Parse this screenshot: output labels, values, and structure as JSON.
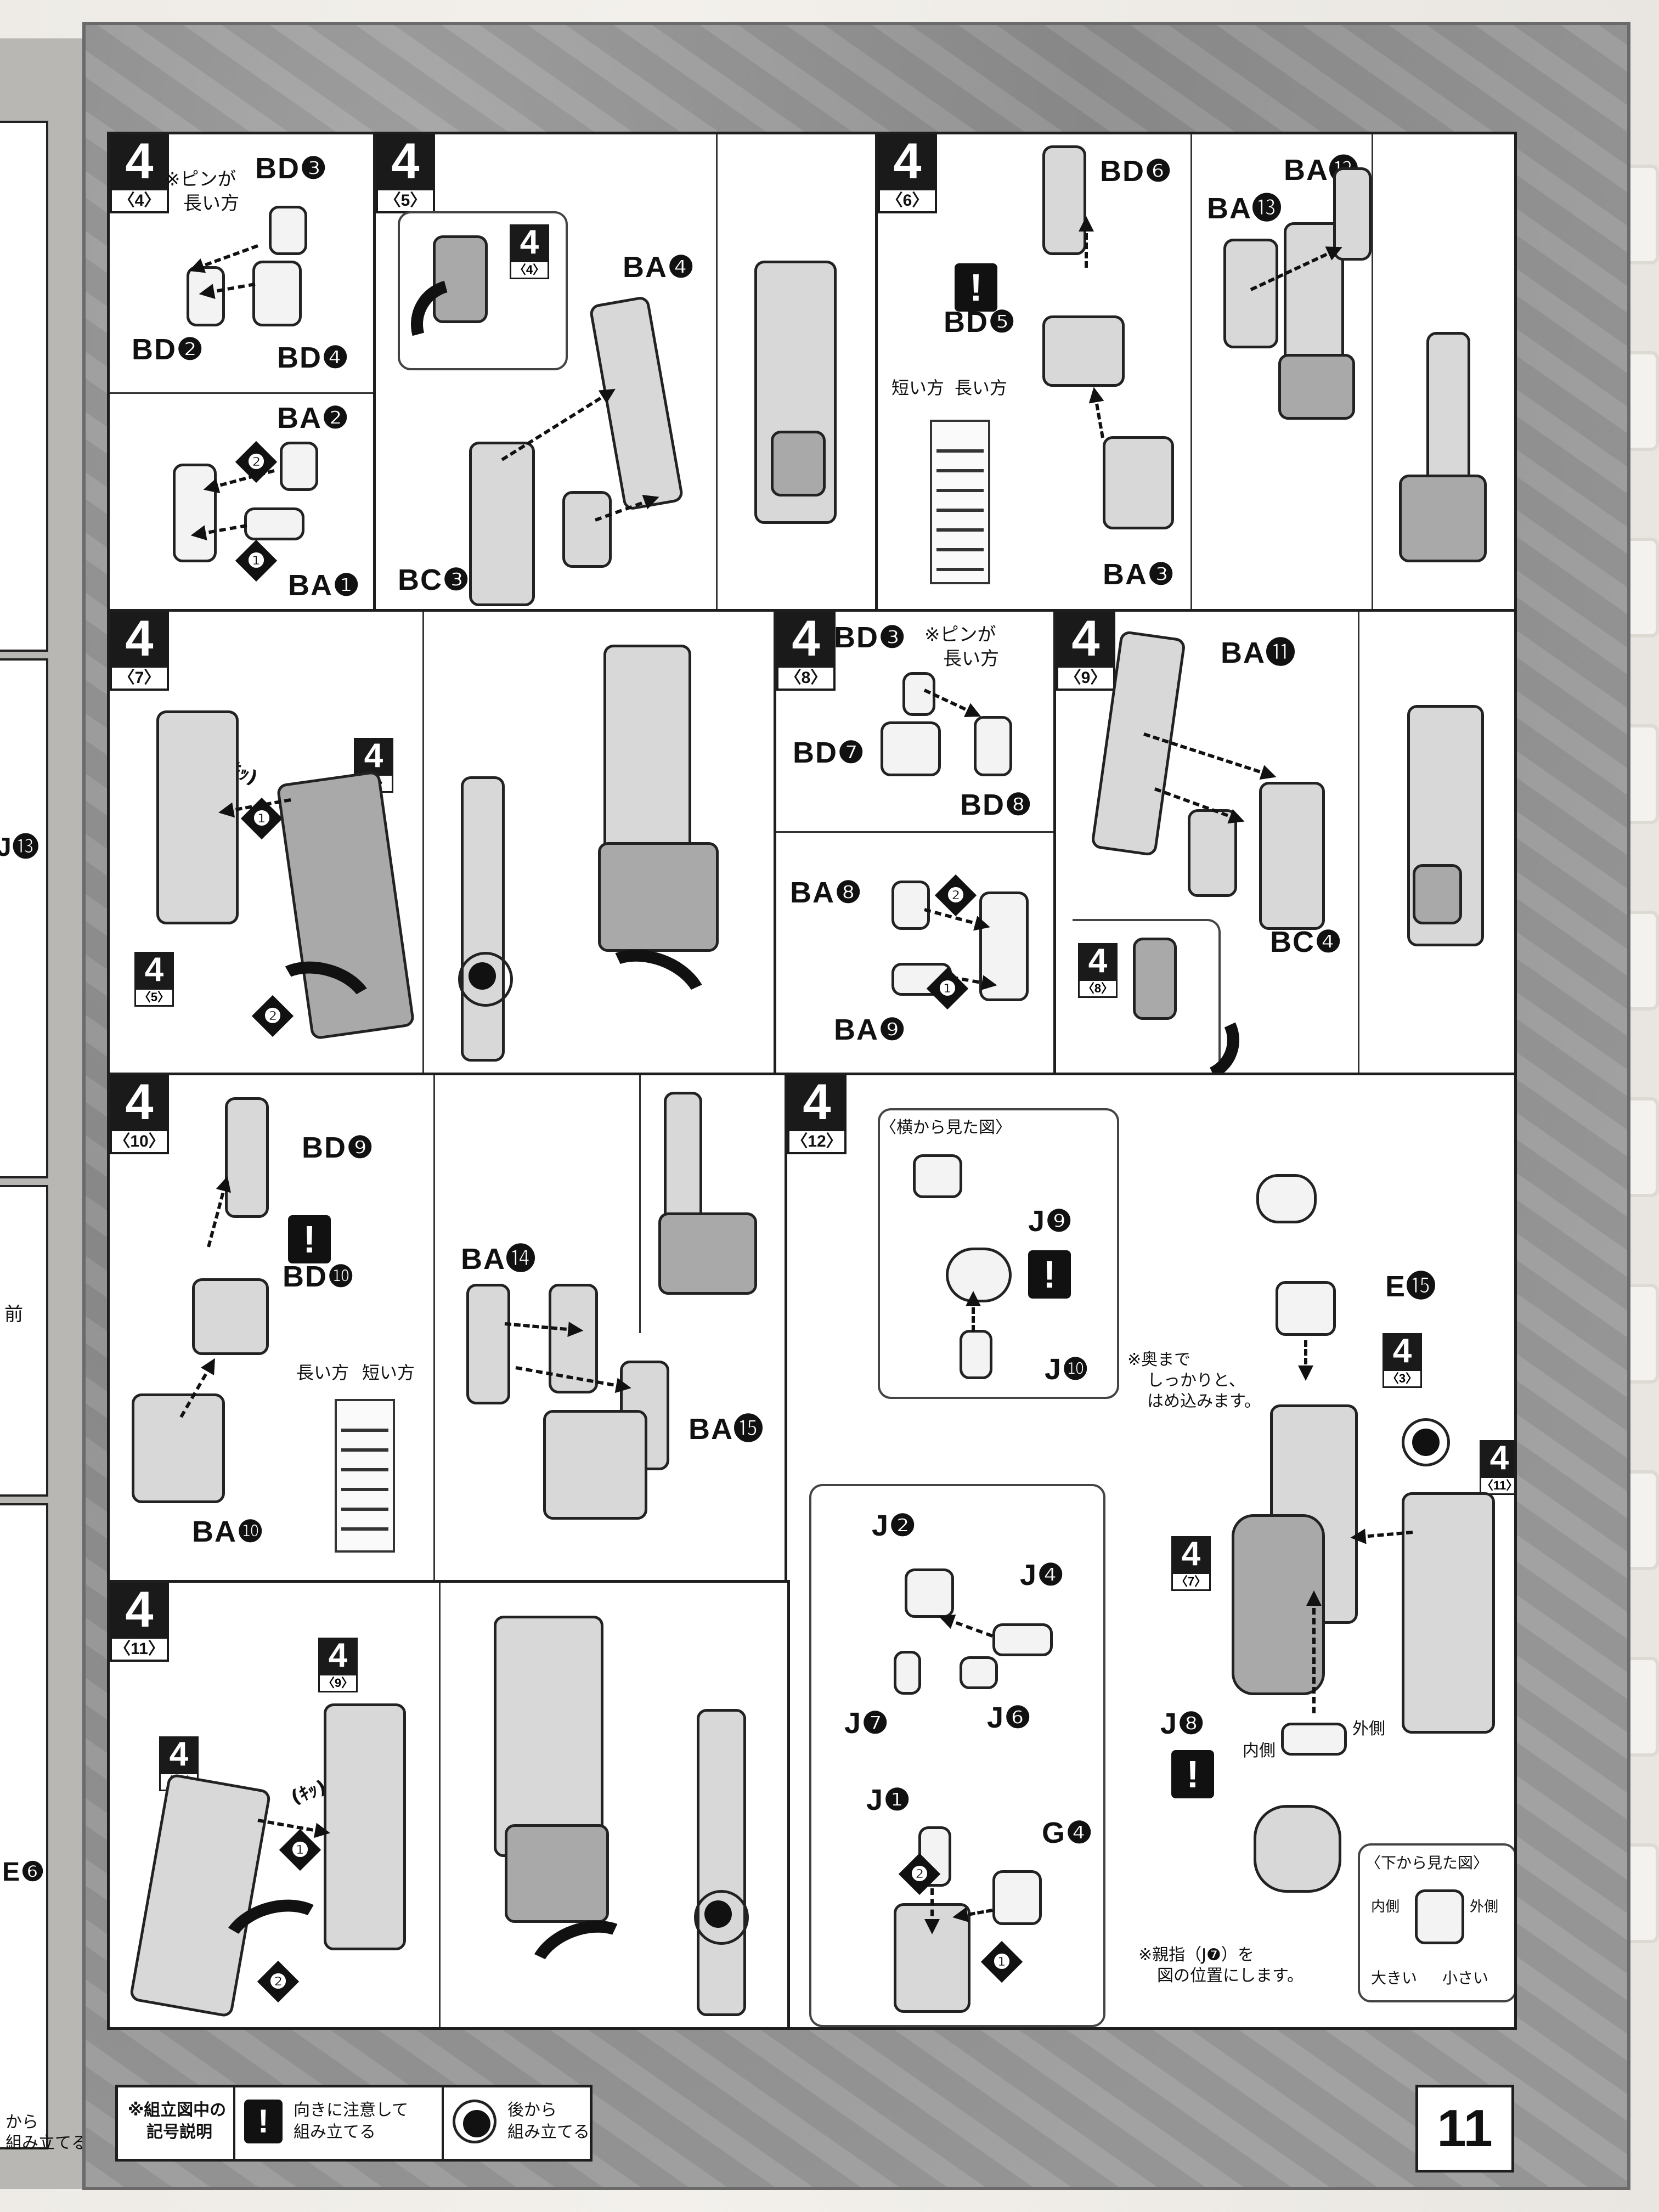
{
  "page_number": "11",
  "panels": [
    {
      "id": "p4-4",
      "step": "4",
      "sub": "〈4〉",
      "note": [
        "※ピンが",
        "長い方"
      ],
      "labels": [
        "BD❸",
        "BD❷",
        "BD❹",
        "BA❷",
        "BA❶"
      ],
      "seq": [
        "❷",
        "❶"
      ]
    },
    {
      "id": "p4-5",
      "step": "4",
      "sub": "〈5〉",
      "ref": {
        "num": "4",
        "sub": "〈4〉"
      },
      "labels": [
        "BA❹",
        "BC❸"
      ]
    },
    {
      "id": "p4-6",
      "step": "4",
      "sub": "〈6〉",
      "caution": "!",
      "labels": [
        "BD❻",
        "BD❺",
        "BA❸",
        "BA⓬",
        "BA⓭"
      ],
      "ruler_labels": [
        "短い方",
        "長い方"
      ]
    },
    {
      "id": "p4-7",
      "step": "4",
      "sub": "〈7〉",
      "ref_top": {
        "num": "4",
        "sub": "〈6〉"
      },
      "ref_bottom": {
        "num": "4",
        "sub": "〈5〉"
      },
      "sound": "(ｷｯ)",
      "seq": [
        "❶",
        "❷"
      ]
    },
    {
      "id": "p4-8",
      "step": "4",
      "sub": "〈8〉",
      "note": [
        "※ピンが",
        "長い方"
      ],
      "labels": [
        "BD❸",
        "BD❼",
        "BD❽",
        "BA❽",
        "BA❾"
      ],
      "seq": [
        "❷",
        "❶"
      ]
    },
    {
      "id": "p4-9",
      "step": "4",
      "sub": "〈9〉",
      "ref": {
        "num": "4",
        "sub": "〈8〉"
      },
      "labels": [
        "BA⓫",
        "BC❹"
      ]
    },
    {
      "id": "p4-10",
      "step": "4",
      "sub": "〈10〉",
      "caution": "!",
      "labels": [
        "BD❾",
        "BD❿",
        "BA❿",
        "BA⓮",
        "BA⓯"
      ],
      "ruler_labels": [
        "長い方",
        "短い方"
      ]
    },
    {
      "id": "p4-11",
      "step": "4",
      "sub": "〈11〉",
      "ref_left": {
        "num": "4",
        "sub": "〈10〉"
      },
      "ref_top": {
        "num": "4",
        "sub": "〈9〉"
      },
      "sound": "(ｷｯ)",
      "seq": [
        "❶",
        "❷"
      ]
    },
    {
      "id": "p4-12",
      "step": "4",
      "sub": "〈12〉",
      "side_view": "〈横から見た図〉",
      "bottom_view": "〈下から見た図〉",
      "bottom_view_labels": [
        "内側",
        "外側",
        "大きい",
        "小さい"
      ],
      "note_top": [
        "※奥まで",
        "しっかりと、",
        "はめ込みます。"
      ],
      "note_bottom": [
        "※親指（J❼）を",
        "図の位置にします。"
      ],
      "labels": [
        "J❾",
        "J❿",
        "E⓯",
        "J❷",
        "J❹",
        "J❼",
        "J❻",
        "J❶",
        "G❹",
        "J❽"
      ],
      "inout": [
        "内側",
        "外側"
      ],
      "refs": [
        {
          "num": "4",
          "sub": "〈3〉"
        },
        {
          "num": "4",
          "sub": "〈11〉"
        },
        {
          "num": "4",
          "sub": "〈7〉"
        }
      ],
      "seq": [
        "❷",
        "❶"
      ]
    }
  ],
  "legend": {
    "title": [
      "※組立図中の",
      "記号説明"
    ],
    "caution_text": [
      "向きに注意して",
      "組み立てる"
    ],
    "back_text": [
      "後から",
      "組み立てる"
    ]
  },
  "left_page": {
    "labels": [
      "J⓭",
      "E❻"
    ],
    "bottom_text": [
      "から",
      "組み立てる"
    ],
    "front": "前"
  }
}
